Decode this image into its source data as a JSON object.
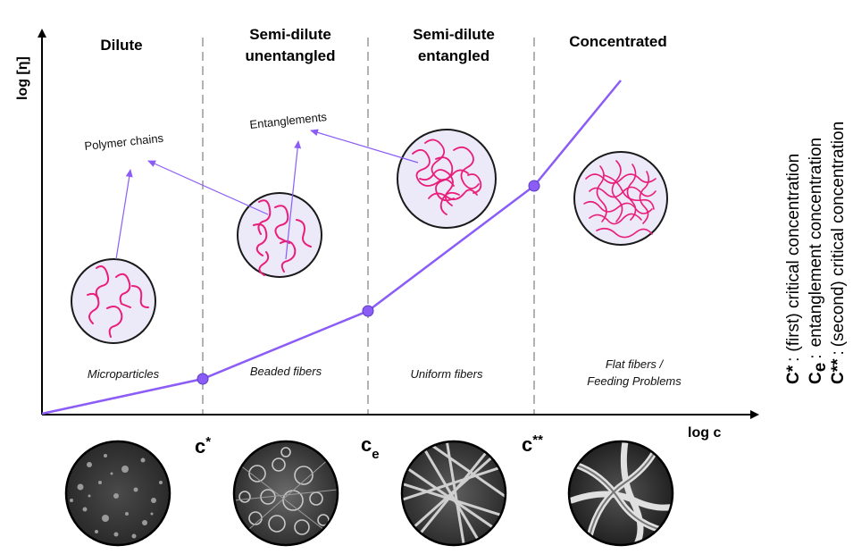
{
  "regimes": {
    "dilute": {
      "title": "Dilute",
      "morphology": "Microparticles"
    },
    "semi_dilute_unentangled": {
      "title_line1": "Semi-dilute",
      "title_line2": "unentangled",
      "morphology": "Beaded fibers"
    },
    "semi_dilute_entangled": {
      "title_line1": "Semi-dilute",
      "title_line2": "entangled",
      "morphology": "Uniform fibers"
    },
    "concentrated": {
      "title": "Concentrated",
      "morphology_line1": "Flat fibers /",
      "morphology_line2": "Feeding Problems"
    }
  },
  "axes": {
    "ylabel": "log [η]",
    "xlabel": "log c"
  },
  "annotations": {
    "polymer_chains": "Polymer chains",
    "entanglements": "Entanglements"
  },
  "critical_points": {
    "c_star": {
      "main": "c",
      "sup": "*"
    },
    "c_e": {
      "main": "c",
      "sub": "e"
    },
    "c_star_star": {
      "main": "c",
      "sup": "**"
    }
  },
  "legend": {
    "c_star": {
      "symbol": "C*",
      "sep": ":",
      "text": "(first) critical concentration"
    },
    "c_e": {
      "symbol": "C",
      "sub": "e",
      "sep": ":",
      "text": "entanglement concentration"
    },
    "c_star_star": {
      "symbol": "C**",
      "sep": ":",
      "text": "(second) critical concentration"
    }
  },
  "colors": {
    "curve": "#8b5cf6",
    "point_fill": "#8b5cf6",
    "chain": "#e91e7a",
    "circle_fill": "#ece9f9",
    "arrow": "#8b5cf6",
    "divider": "#999999"
  }
}
